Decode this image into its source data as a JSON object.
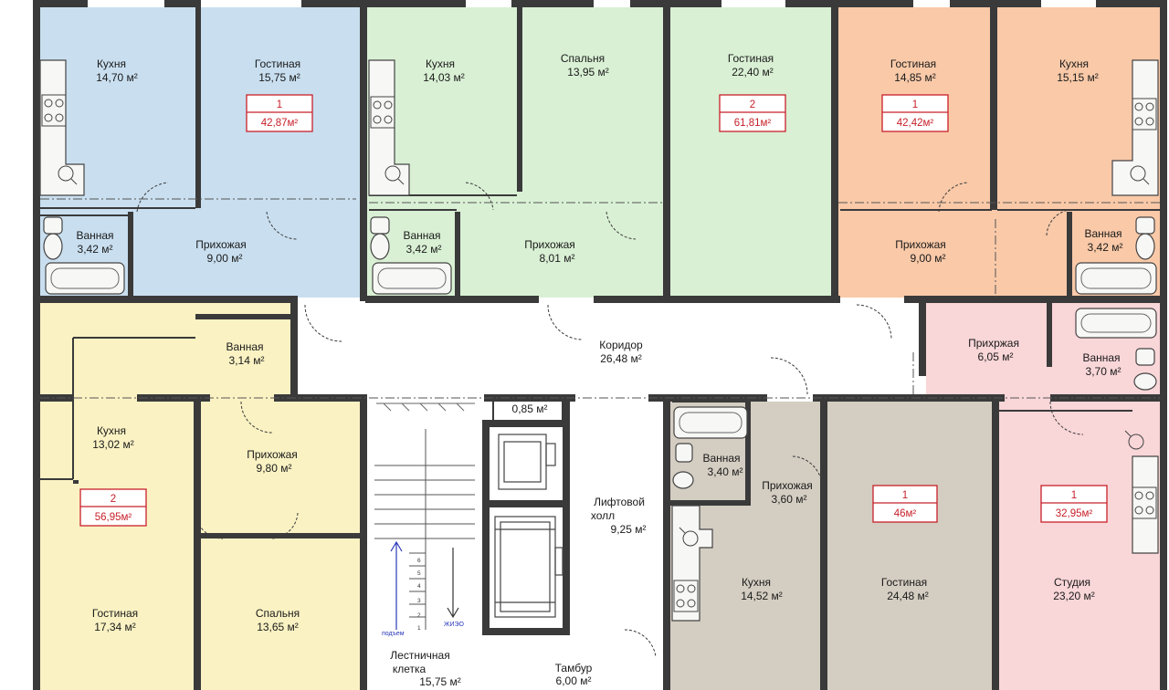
{
  "colors": {
    "blue": "#c9dff0",
    "green": "#d9f0d4",
    "orange": "#f9c9a8",
    "pink": "#f9d6d8",
    "yellow": "#faf2c3",
    "taupe": "#d4cdc2",
    "wall": "#3a3a3a",
    "badge": "#c8202a"
  },
  "rooms": [
    {
      "name": "Кухня",
      "area": "14,70 м²"
    },
    {
      "name": "Гостиная",
      "area": "15,75 м²"
    },
    {
      "name": "Ванная",
      "area": "3,42 м²"
    },
    {
      "name": "Прихожая",
      "area": "9,00 м²"
    },
    {
      "name": "Кухня",
      "area": "14,03 м²"
    },
    {
      "name": "Спальня",
      "area": "13,95 м²"
    },
    {
      "name": "Ванная",
      "area": "3,42 м²"
    },
    {
      "name": "Прихожая",
      "area": "8,01 м²"
    },
    {
      "name": "Гостиная",
      "area": "22,40 м²"
    },
    {
      "name": "Гостиная",
      "area": "14,85 м²"
    },
    {
      "name": "Кухня",
      "area": "15,15 м²"
    },
    {
      "name": "Прихожая",
      "area": "9,00 м²"
    },
    {
      "name": "Ванная",
      "area": "3,42 м²"
    },
    {
      "name": "Ванная",
      "area": "3,14 м²"
    },
    {
      "name": "Коридор",
      "area": "26,48 м²"
    },
    {
      "name": "Прихржая",
      "area": "6,05 м²"
    },
    {
      "name": "Ванная",
      "area": "3,70 м²"
    },
    {
      "name": "Кухня",
      "area": "13,02 м²"
    },
    {
      "name": "Прихожая",
      "area": "9,80 м²"
    },
    {
      "name": "",
      "area": "0,85 м²"
    },
    {
      "name": "Лифтовой",
      "name2": "холл",
      "area": "9,25 м²"
    },
    {
      "name": "Ванная",
      "area": "3,40 м²"
    },
    {
      "name": "Прихожая",
      "area": "3,60 м²"
    },
    {
      "name": "Гостиная",
      "area": "17,34 м²"
    },
    {
      "name": "Спальня",
      "area": "13,65 м²"
    },
    {
      "name": "Кухня",
      "area": "14,52 м²"
    },
    {
      "name": "Гостиная",
      "area": "24,48 м²"
    },
    {
      "name": "Студия",
      "area": "23,20 м²"
    },
    {
      "name": "Лестничная",
      "name2": "клетка",
      "area": "15,75 м²"
    },
    {
      "name": "Тамбур",
      "area": "6,00 м²"
    }
  ],
  "badges": [
    {
      "rooms": "1",
      "area": "42,87м²"
    },
    {
      "rooms": "2",
      "area": "61,81м²"
    },
    {
      "rooms": "1",
      "area": "42,42м²"
    },
    {
      "rooms": "2",
      "area": "56,95м²"
    },
    {
      "rooms": "1",
      "area": "46м²"
    },
    {
      "rooms": "1",
      "area": "32,95м²"
    }
  ],
  "stairs": {
    "up_label": "подъем",
    "down_label": "ЖИЭО",
    "step_numbers": [
      "1",
      "2",
      "3",
      "4",
      "5",
      "6"
    ]
  }
}
